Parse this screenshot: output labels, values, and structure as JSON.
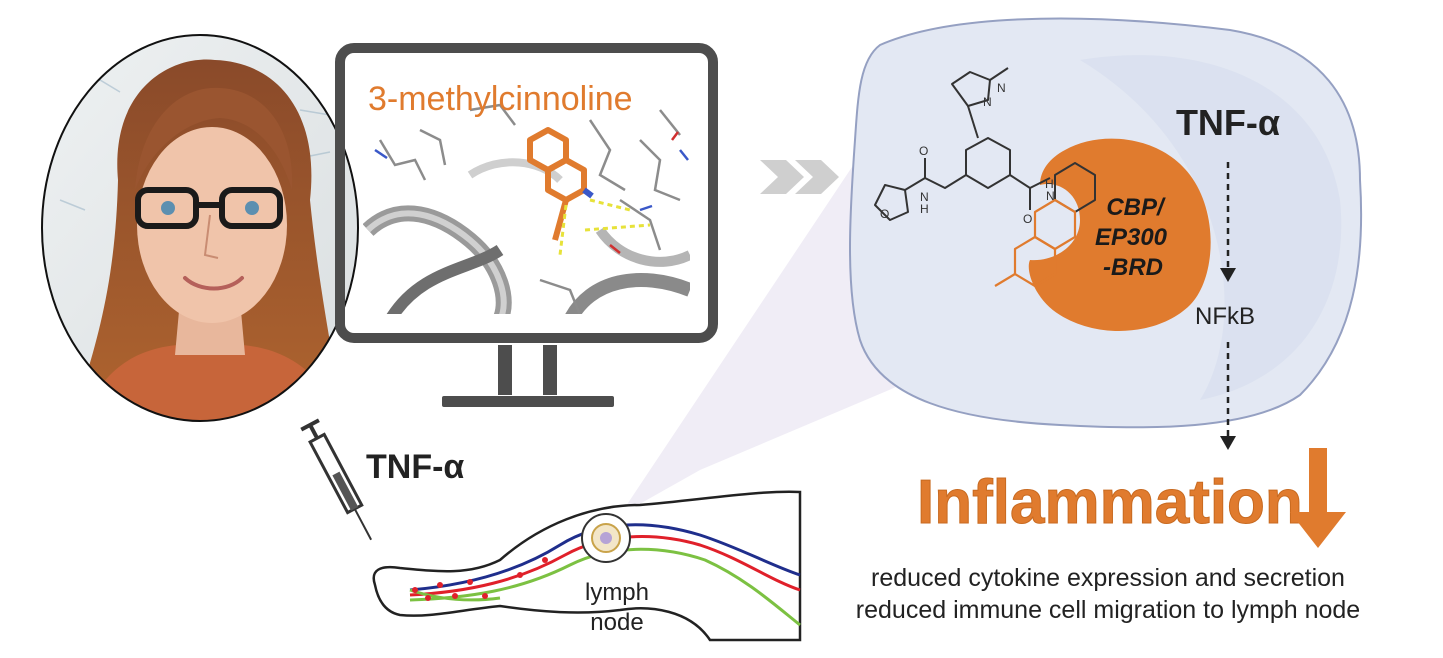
{
  "computer_label": "3-methylcinnoline",
  "cell": {
    "stimulus": "TNF-α",
    "protein_label_line1": "CBP/",
    "protein_label_line2": "EP300",
    "protein_label_line3": "-BRD",
    "pathway_node": "NFkB"
  },
  "injection": {
    "label": "TNF-α",
    "organ_label_line1": "lymph",
    "organ_label_line2": "node"
  },
  "outcome": {
    "title": "Inflammation",
    "line1": "reduced cytokine expression and secretion",
    "line2": "reduced immune cell migration to lymph node"
  },
  "colors": {
    "accent": "#e07b2e",
    "cell_fill": "#e3e8f3",
    "monitor": "#4d4d4d",
    "vessel_green": "#7cc142",
    "vessel_red": "#e0202a",
    "vessel_blue": "#1f2e8c"
  },
  "icons": {
    "transition": "double-chevron-right-icon",
    "decrease": "down-arrow-icon",
    "injection": "syringe-icon"
  }
}
